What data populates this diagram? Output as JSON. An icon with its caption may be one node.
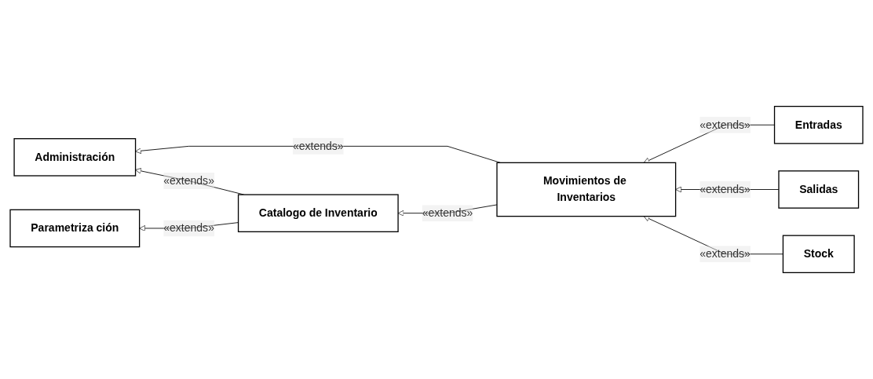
{
  "diagram": {
    "nodes": [
      {
        "text": [
          "Administración"
        ]
      },
      {
        "text": [
          "Movimientos de Inventarios"
        ]
      },
      {
        "text": [
          "Entradas"
        ]
      },
      {
        "text": [
          "Salidas"
        ]
      },
      {
        "text": [
          "Stock"
        ]
      },
      {
        "text": [
          "Catalogo de Inventario"
        ]
      },
      {
        "text": [
          "Parametriza ción"
        ]
      }
    ],
    "edges": [
      {
        "from": 1,
        "to": 0,
        "arrow": "to",
        "label": "«extends»"
      },
      {
        "from": 2,
        "to": 1,
        "arrow": "to",
        "label": "«extends»"
      },
      {
        "from": 3,
        "to": 1,
        "arrow": "to",
        "label": "«extends»"
      },
      {
        "from": 4,
        "to": 1,
        "arrow": "to",
        "label": "«extends»"
      },
      {
        "from": 1,
        "to": 5,
        "arrow": "to",
        "label": "«extends»"
      },
      {
        "from": 5,
        "to": 0,
        "arrow": "to",
        "label": "«extends»"
      },
      {
        "from": 5,
        "to": 6,
        "arrow": "to",
        "label": "«extends»"
      }
    ]
  }
}
